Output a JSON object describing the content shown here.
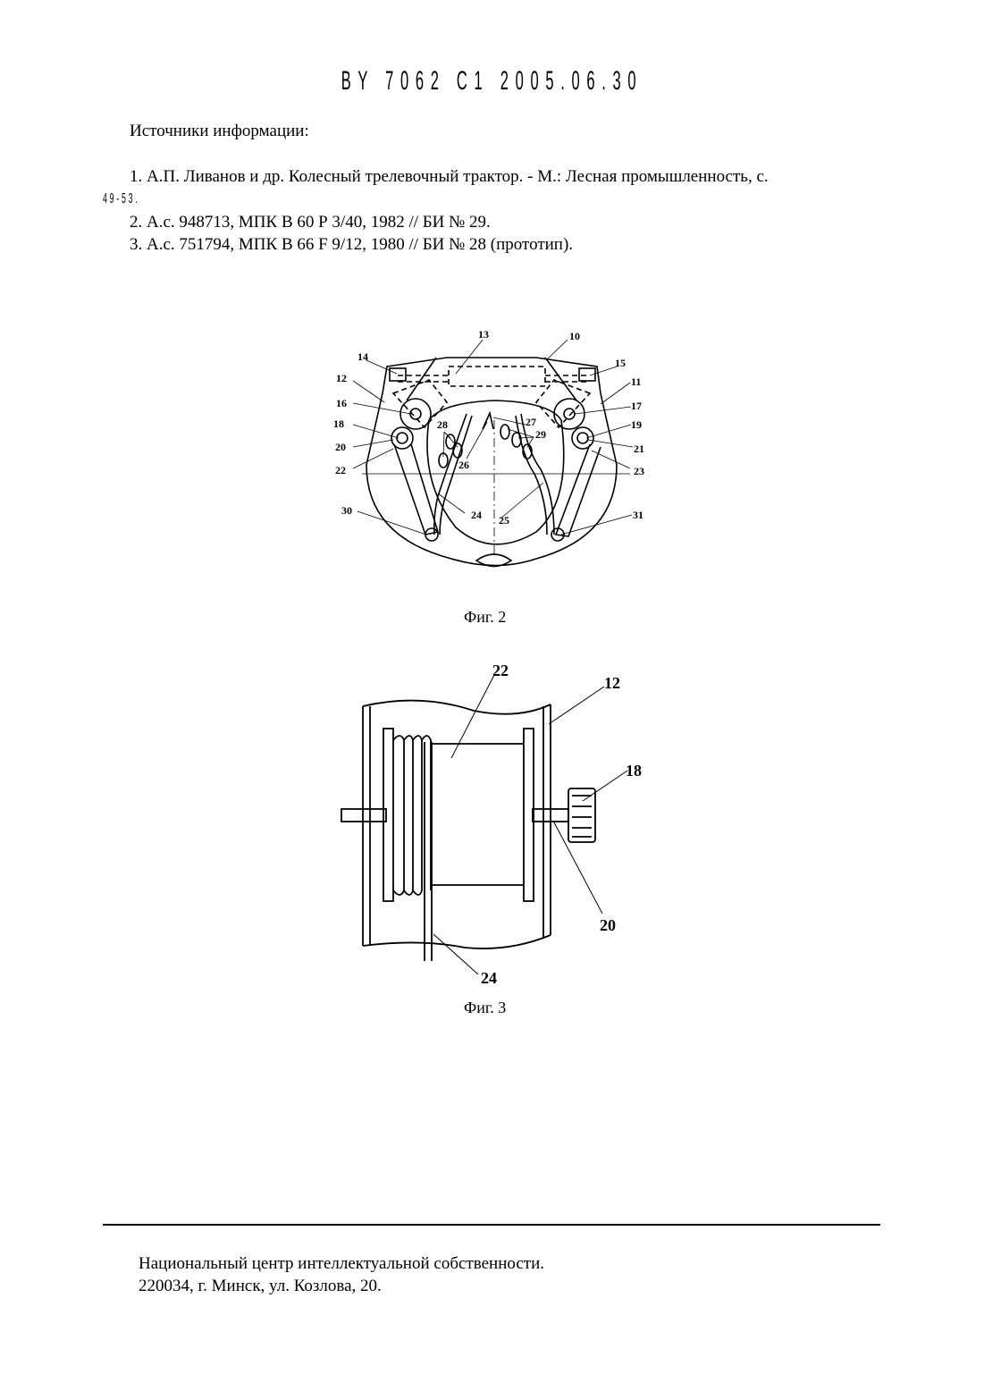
{
  "header": "BY 7062 C1 2005.06.30",
  "sources": {
    "heading": "Источники информации:",
    "item1_line1": "1. А.П. Ливанов и др. Колесный трелевочный трактор. - М.: Лесная промышленность, с.",
    "item1_line2": "49-53.",
    "item2": "2. А.с. 948713, МПК В 60 Р 3/40, 1982 // БИ № 29.",
    "item3": "3. А.с. 751794, МПК В 66 F 9/12, 1980 // БИ № 28 (прототип)."
  },
  "fig2": {
    "caption": "Фиг. 2",
    "labels": [
      "13",
      "10",
      "14",
      "15",
      "12",
      "11",
      "16",
      "17",
      "18",
      "19",
      "20",
      "21",
      "22",
      "23",
      "28",
      "27",
      "29",
      "26",
      "30",
      "31",
      "24",
      "25"
    ]
  },
  "fig3": {
    "caption": "Фиг. 3",
    "labels": [
      "22",
      "12",
      "18",
      "20",
      "24"
    ]
  },
  "footer": {
    "line1": "Национальный центр интеллектуальной собственности.",
    "line2": "220034, г. Минск, ул. Козлова, 20."
  }
}
